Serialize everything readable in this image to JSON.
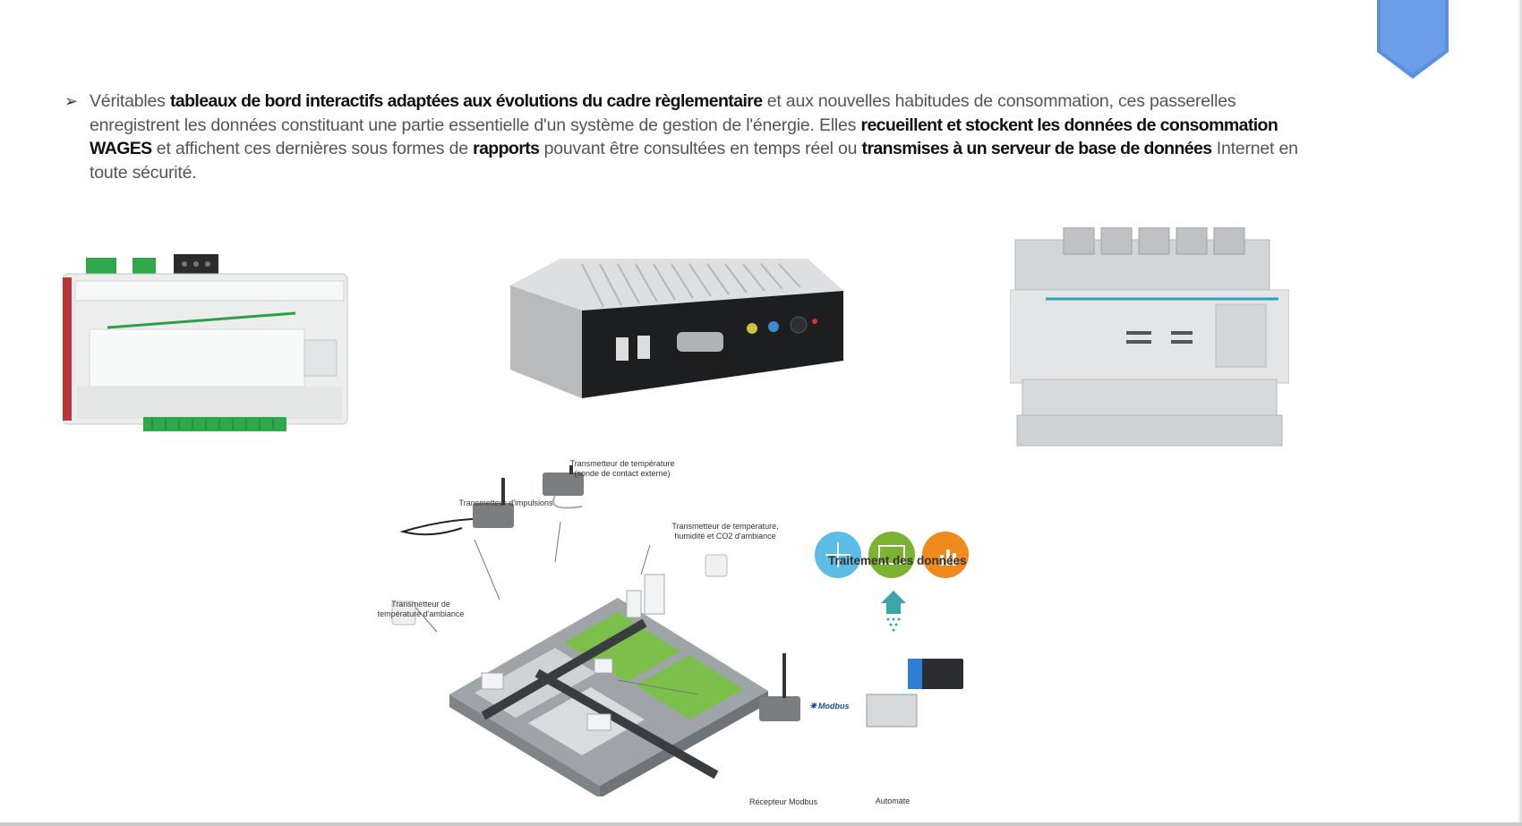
{
  "slide": {
    "paragraph": {
      "s1": "Véritables ",
      "b1": "tableaux de bord interactifs adaptées aux évolutions du cadre règlementaire",
      "s2": " et aux nouvelles habitudes de consommation, ces passerelles enregistrent les données constituant une partie essentielle d'un système de gestion de l'énergie. Elles ",
      "b2": "recueillent et stockent les données de consommation WAGES",
      "s3": " et affichent ces dernières sous formes de ",
      "b3": "rapports",
      "s4": " pouvant être consultées en temps réel ou ",
      "b4": "transmises à un serveur de base de données",
      "s5": " Internet en toute sécurité."
    },
    "diagram": {
      "title": "Traitement des données",
      "captions": {
        "temp_contact": [
          "Transmetteur de température",
          "(sonde de contact externe)"
        ],
        "impulsions": [
          "Transmetteur d'impulsions"
        ],
        "temp_humid_co2": [
          "Transmetteur de température,",
          "humidité et CO2 d'ambiance"
        ],
        "temp_ambiance": [
          "Transmetteur de",
          "température d'ambiance"
        ],
        "recepteur": [
          "Récepteur Modbus"
        ],
        "automate": [
          "Automate"
        ]
      },
      "modbus_label": "Modbus"
    },
    "colors": {
      "bookmark": "#5b8fe0",
      "icon_blue": "#5bbde6",
      "icon_green": "#7ab432",
      "icon_orange": "#f08a1c",
      "arrow_teal": "#3aa6a8"
    }
  }
}
